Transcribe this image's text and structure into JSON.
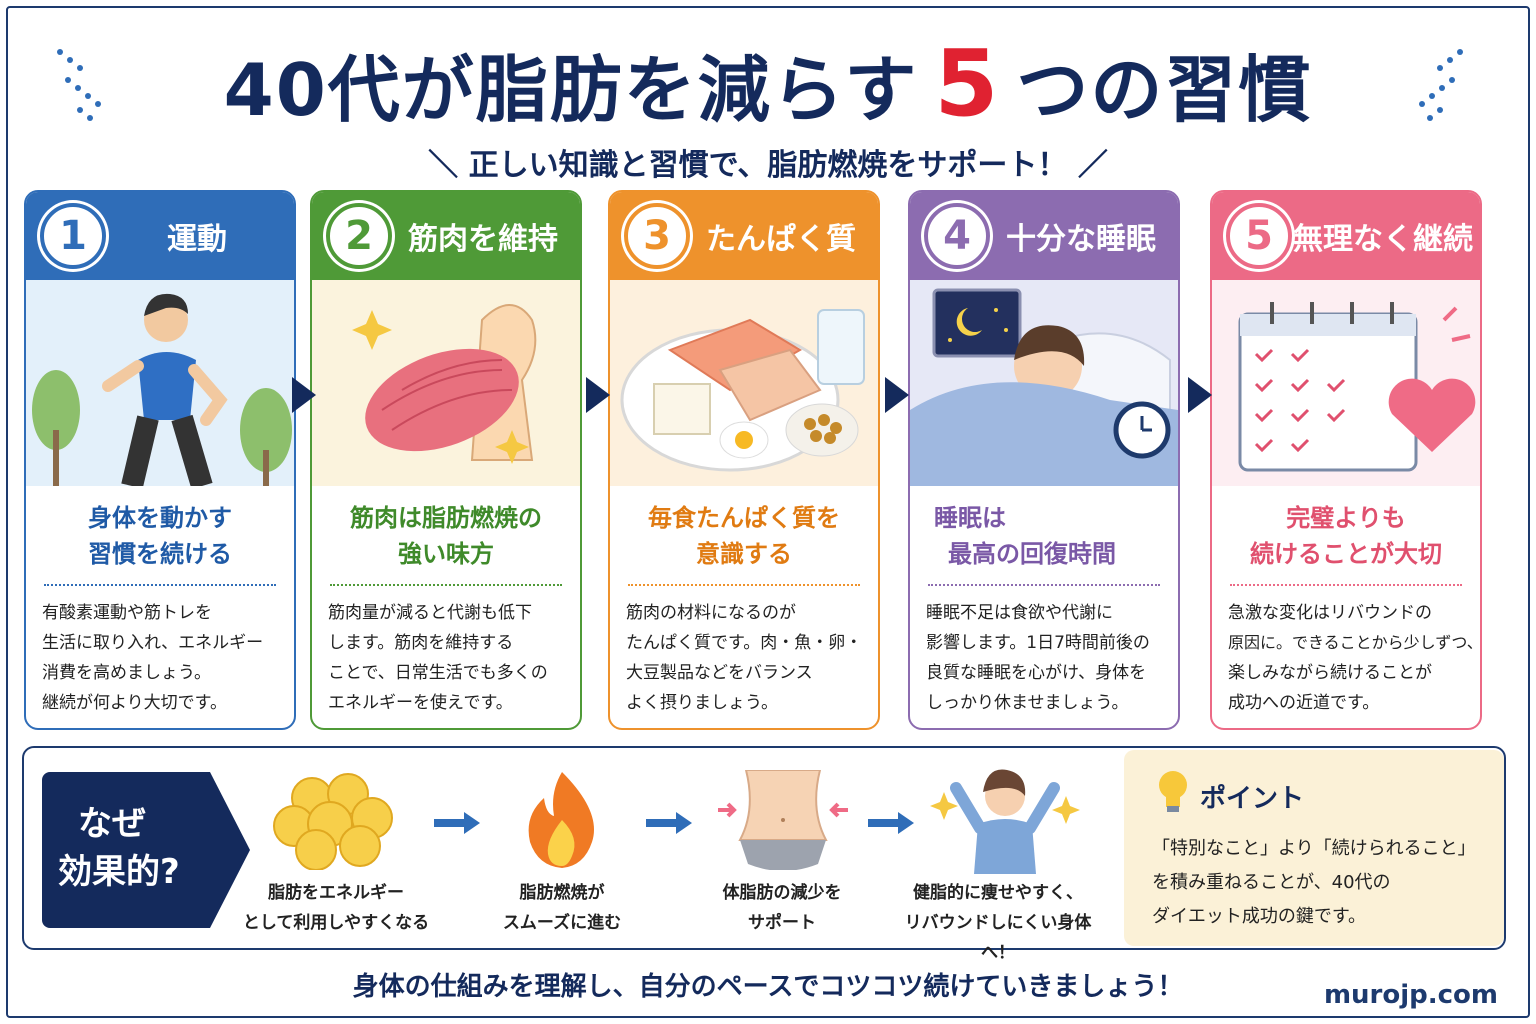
{
  "title": {
    "before": "40代が脂肪を減らす",
    "number": "5",
    "after": "つの習慣"
  },
  "subtitle": "＼ 正しい知識と習慣で、脂肪燃焼をサポート！ ／",
  "colors": {
    "navy": "#142a5c",
    "red": "#e02231",
    "blue": "#2f6db8",
    "green": "#4f9a37",
    "orange": "#ee922c",
    "purple": "#8c6cb0",
    "pink": "#ec6a86"
  },
  "cards": [
    {
      "number": "1",
      "title": "運動",
      "headline": [
        "身体を動かす",
        "習慣を続ける"
      ],
      "desc": [
        "有酸素運動や筋トレを",
        "生活に取り入れ、エネルギー",
        "消費を高めましょう。",
        "継続が何より大切です。"
      ],
      "icon": "running-man-icon"
    },
    {
      "number": "2",
      "title": "筋肉を維持",
      "headline": [
        "筋肉は脂肪燃焼の",
        "強い味方"
      ],
      "desc": [
        "筋肉量が減ると代謝も低下",
        "します。筋肉を維持する",
        "ことで、日常生活でも多くの",
        "エネルギーを使えです。"
      ],
      "icon": "flexed-muscle-icon"
    },
    {
      "number": "3",
      "title": "たんぱく質",
      "headline": [
        "毎食たんぱく質を",
        "意識する"
      ],
      "desc": [
        "筋肉の材料になるのが",
        "たんぱく質です。肉・魚・卵・",
        "大豆製品などをバランス",
        "よく摂りましょう。"
      ],
      "icon": "protein-plate-icon"
    },
    {
      "number": "4",
      "title": "十分な睡眠",
      "headline": [
        "睡眠は",
        "最高の回復時間"
      ],
      "desc": [
        "睡眠不足は食欲や代謝に",
        "影響します。1日7時間前後の",
        "良質な睡眠を心がけ、身体を",
        "しっかり休ませましょう。"
      ],
      "icon": "sleeping-woman-icon"
    },
    {
      "number": "5",
      "title": "無理なく継続",
      "headline": [
        "完璧よりも",
        "続けることが大切"
      ],
      "desc": [
        "急激な変化はリバウンドの",
        "原因に。できることから少しずつ、",
        "楽しみながら続けることが",
        "成功への近道です。"
      ],
      "icon": "calendar-heart-icon"
    }
  ],
  "why": {
    "label": [
      "なぜ",
      "効果的?"
    ],
    "steps": [
      {
        "caption": [
          "脂肪をエネルギー",
          "として利用しやすくなる"
        ],
        "icon": "fat-cells-icon"
      },
      {
        "caption": [
          "脂肪燃焼が",
          "スムーズに進む"
        ],
        "icon": "flame-icon"
      },
      {
        "caption": [
          "体脂肪の減少を",
          "サポート"
        ],
        "icon": "waist-icon"
      },
      {
        "caption": [
          "健脂的に痩せやすく、",
          "リバウンドしにくい身体へ！"
        ],
        "icon": "happy-woman-icon"
      }
    ]
  },
  "point": {
    "title": "ポイント",
    "body": [
      "「特別なこと」より「続けられること」",
      "を積み重ねることが、40代の",
      "ダイエット成功の鍵です。"
    ],
    "icon": "lightbulb-icon"
  },
  "footer": "身体の仕組みを理解し、自分のペースでコツコツ続けていきましょう！",
  "site": "murojp.com"
}
